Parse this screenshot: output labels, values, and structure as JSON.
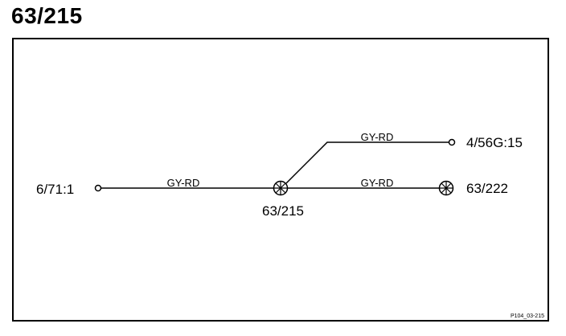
{
  "page_title": "63/215",
  "connectors": {
    "left_pin": "6/71:1",
    "splice": "63/215",
    "upper_pin": "4/56G:15",
    "right_splice": "63/222"
  },
  "wires": {
    "left": "GY-RD",
    "upper": "GY-RD",
    "right": "GY-RD"
  },
  "diagram_id": "P104_03-215"
}
